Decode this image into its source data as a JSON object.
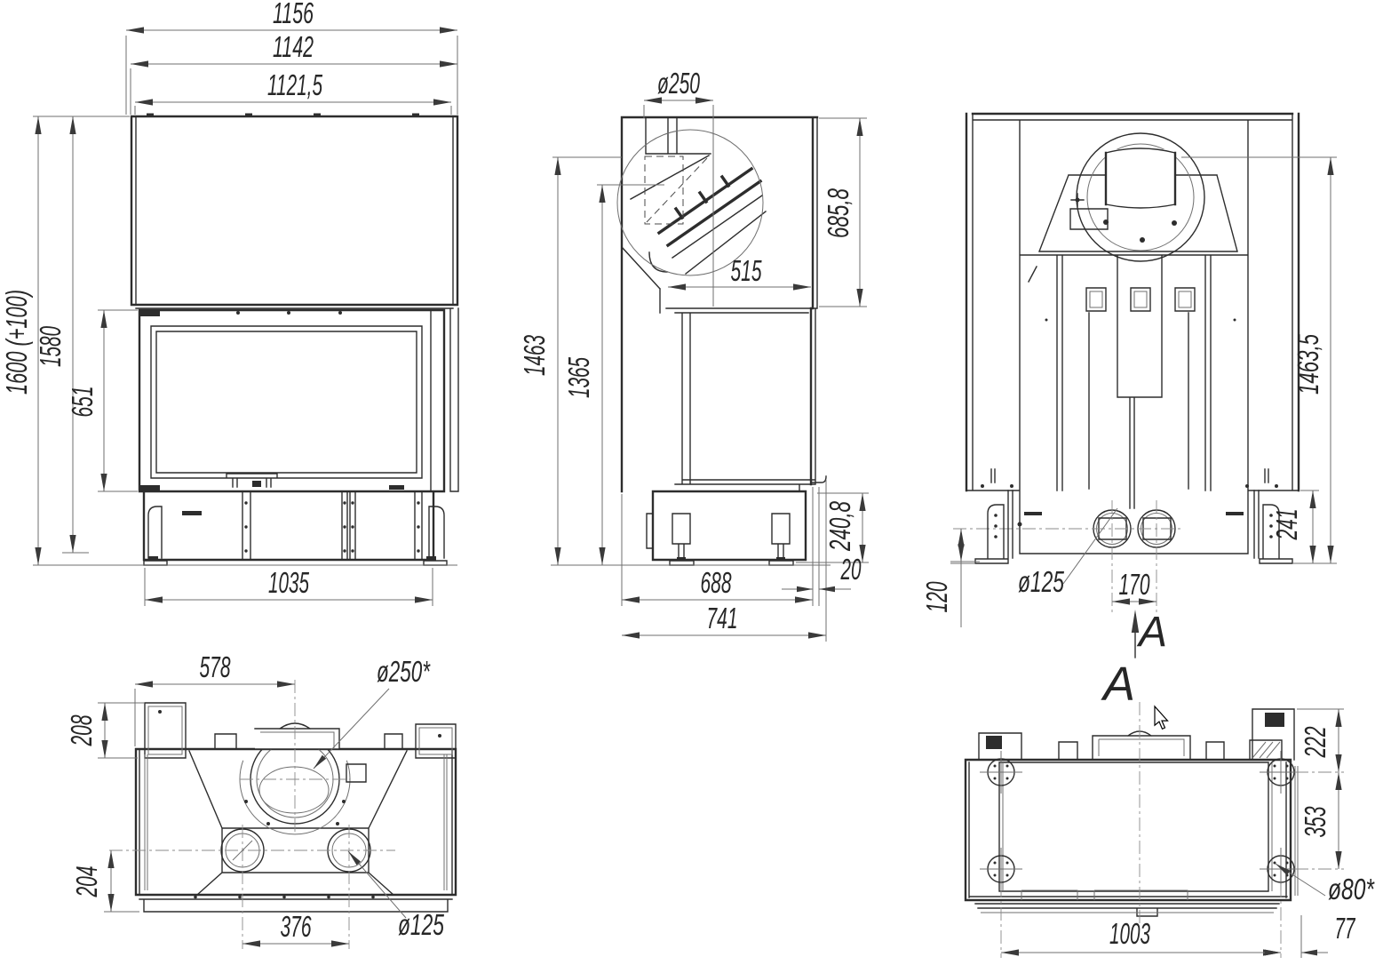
{
  "drawing": {
    "front": {
      "width_overall": "1156",
      "width_mid": "1142",
      "width_glass": "1121,5",
      "height_total": "1600 (+100)",
      "height_body": "1580",
      "height_firebox": "651",
      "width_base": "1035"
    },
    "side": {
      "dia_flue": "ø250",
      "height_hood": "685,8",
      "depth_glass": "515",
      "height_flue": "1463",
      "height_damper": "1365",
      "height_base": "240,8",
      "offset_door": "20",
      "depth_body": "688",
      "depth_total": "741"
    },
    "rear": {
      "height_collar": "1463,5",
      "height_leg": "241",
      "height_intake": "120",
      "dia_intake": "ø125",
      "spacing_intake": "170",
      "section_mark": "A"
    },
    "top": {
      "offset_flue": "578",
      "dia_flue": "ø250*",
      "depth_bracket": "208",
      "depth_front": "204",
      "spacing_intake": "376",
      "dia_intake": "ø125"
    },
    "section": {
      "title": "A",
      "offset_top": "222",
      "spacing_feet_depth": "353",
      "dia_hole": "ø80*",
      "spacing_feet_width": "1003",
      "offset_side": "77"
    }
  }
}
